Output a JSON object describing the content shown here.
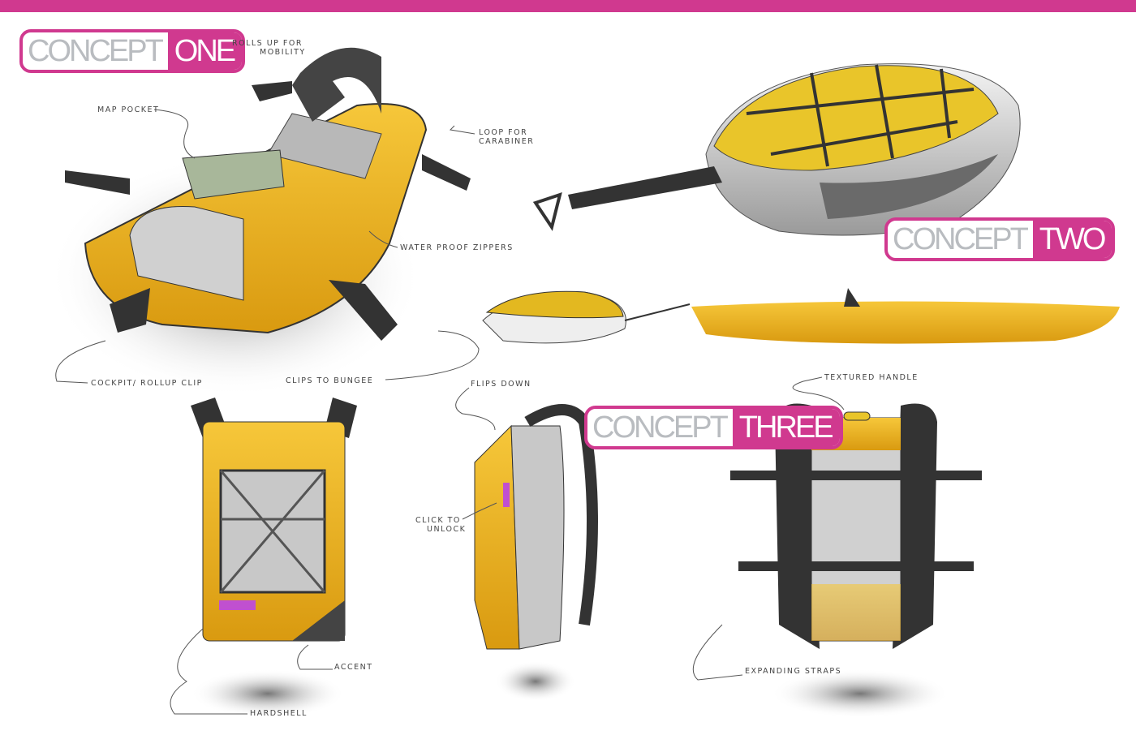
{
  "brand_color": "#d0398f",
  "product_color": "#f0b51e",
  "badges": {
    "one": {
      "word": "CONCEPT",
      "number": "ONE"
    },
    "two": {
      "word": "CONCEPT",
      "number": "TWO"
    },
    "three": {
      "word": "CONCEPT",
      "number": "THREE"
    }
  },
  "annotations": {
    "rolls_up": "Rolls up for",
    "rolls_up_2": "mobility",
    "map_pocket": "Map pocket",
    "loop": "Loop for",
    "loop_2": "carabiner",
    "zippers": "Water proof zippers",
    "cockpit": "Cockpit/ rollup clip",
    "bungee": "Clips to bungee",
    "flips": "Flips down",
    "handle": "Textured handle",
    "click": "Click to",
    "click_2": "unlock",
    "accent": "Accent",
    "hardshell": "Hardshell",
    "straps": "Expanding straps"
  }
}
